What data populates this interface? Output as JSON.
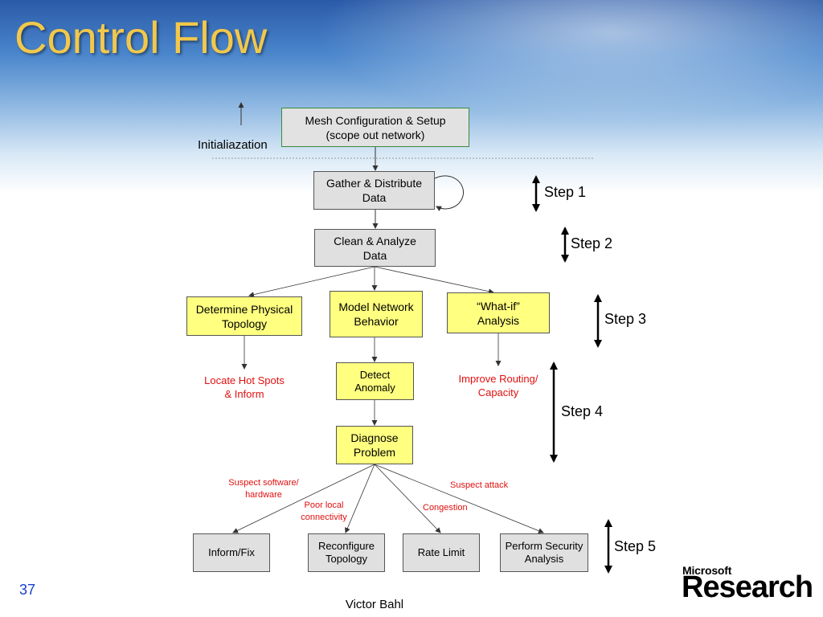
{
  "slide": {
    "title": "Control Flow",
    "page_number": "37",
    "author": "Victor Bahl"
  },
  "boxes": {
    "mesh_config": [
      "Mesh Configuration & Setup",
      "(scope out network)"
    ],
    "gather": [
      "Gather & Distribute",
      "Data"
    ],
    "clean": [
      "Clean & Analyze",
      "Data"
    ],
    "physical": [
      "Determine Physical",
      "Topology"
    ],
    "model": [
      "Model Network",
      "Behavior"
    ],
    "whatif": [
      "“What-if”",
      "Analysis"
    ],
    "detect": [
      "Detect",
      "Anomaly"
    ],
    "diagnose": [
      "Diagnose",
      "Problem"
    ],
    "inform_fix": [
      "Inform/Fix"
    ],
    "reconfigure": [
      "Reconfigure",
      "Topology"
    ],
    "rate_limit": [
      "Rate Limit"
    ],
    "security": [
      "Perform Security",
      "Analysis"
    ]
  },
  "labels": {
    "initialization": "Initialiazation",
    "hot_spots": [
      "Locate Hot Spots",
      "& Inform"
    ],
    "improve_routing": [
      "Improve Routing/",
      "Capacity"
    ],
    "suspect_sw": [
      "Suspect software/",
      "hardware"
    ],
    "poor_local": [
      "Poor local",
      "connectivity"
    ],
    "congestion": "Congestion",
    "suspect_attack": "Suspect attack"
  },
  "steps": [
    "Step 1",
    "Step 2",
    "Step 3",
    "Step 4",
    "Step 5"
  ],
  "logo": {
    "microsoft": "Microsoft",
    "research": "Research"
  },
  "colors": {
    "title": "#f2c84b",
    "box_fill": "#e0e0e0",
    "yellow_box": "#ffff80",
    "red_text": "#e01010",
    "page_number": "#1a3fd0"
  }
}
